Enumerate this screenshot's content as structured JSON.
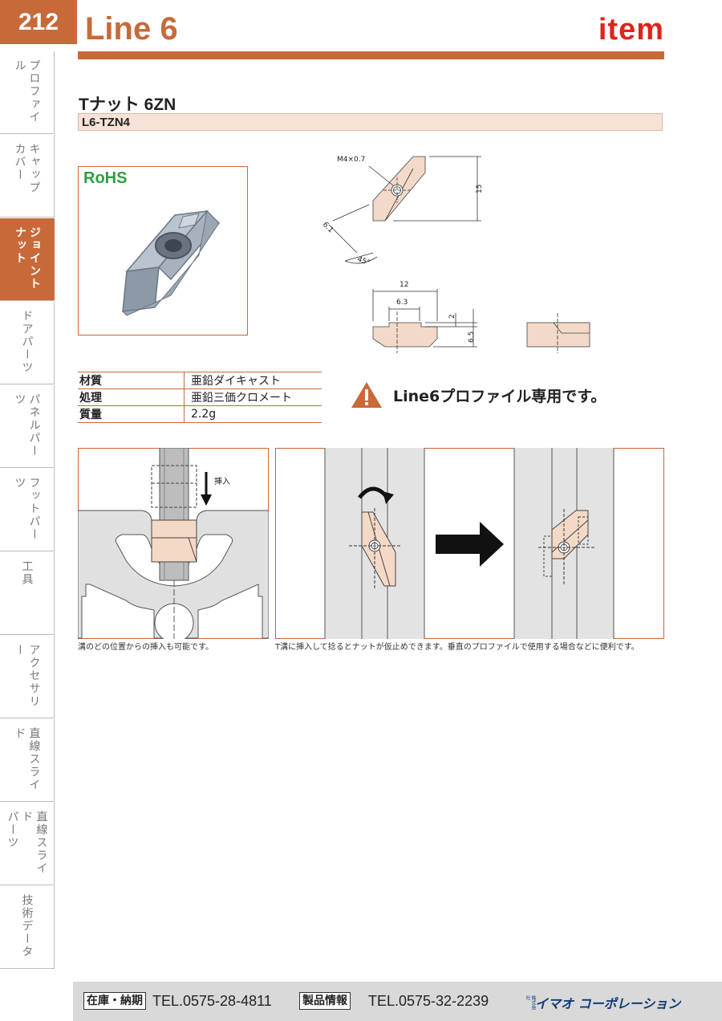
{
  "header": {
    "page_number": "212",
    "series_title": "Line 6",
    "brand": "item",
    "brand_color": "#e2231a",
    "accent_color": "#c8693a"
  },
  "side_tabs": [
    {
      "label": "プロファイル",
      "active": false
    },
    {
      "label": "キャップ\nカバー",
      "active": false
    },
    {
      "label": "ジョイント\nナット",
      "active": true
    },
    {
      "label": "ドアパーツ",
      "active": false
    },
    {
      "label": "パネルパーツ",
      "active": false
    },
    {
      "label": "フットパーツ",
      "active": false
    },
    {
      "label": "工具",
      "active": false
    },
    {
      "label": "アクセサリー",
      "active": false
    },
    {
      "label": "直線スライド",
      "active": false
    },
    {
      "label": "直線スライド\nパーツ",
      "active": false
    },
    {
      "label": "技術データ",
      "active": false
    }
  ],
  "product": {
    "title": "Tナット 6ZN",
    "code": "L6-TZN4",
    "rohs": "RoHS"
  },
  "dimensions": {
    "thread": "M4×0.7",
    "height": "15",
    "width_diag": "6.1",
    "angle": "45°",
    "width": "12",
    "inner_width": "6.3",
    "step": "2",
    "thickness": "6.5"
  },
  "specs": [
    {
      "key": "材質",
      "value": "亜鉛ダイキャスト"
    },
    {
      "key": "処理",
      "value": "亜鉛三価クロメート"
    },
    {
      "key": "質量",
      "value": "2.2g"
    }
  ],
  "warning": {
    "icon": "warning-triangle-icon",
    "text": "Line6プロファイル専用です。"
  },
  "diagrams": {
    "insert_label": "挿入",
    "caption_left": "溝のどの位置からの挿入も可能です。",
    "caption_right": "T溝に挿入して捻るとナットが仮止めできます。垂直のプロファイルで使用する場合などに便利です。"
  },
  "footer": {
    "stock_label": "在庫・納期",
    "stock_tel": "TEL.0575-28-4811",
    "info_label": "製品情報",
    "info_tel": "TEL.0575-32-2239",
    "company_prefix": "株式会社",
    "company": "イマオ コーポレーション"
  }
}
